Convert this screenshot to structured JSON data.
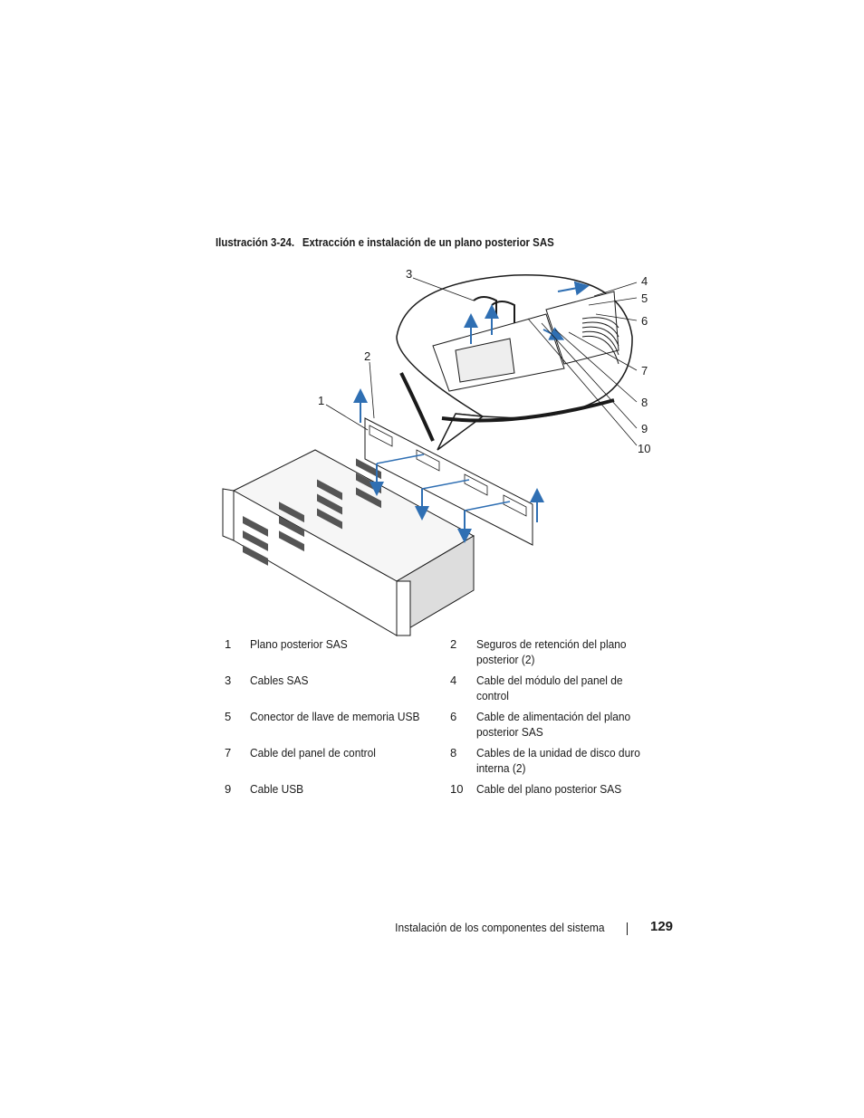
{
  "figure": {
    "number": "Ilustración 3-24.",
    "title": "Extracción e instalación de un plano posterior SAS",
    "callouts": [
      "1",
      "2",
      "3",
      "4",
      "5",
      "6",
      "7",
      "8",
      "9",
      "10"
    ]
  },
  "legend": [
    [
      {
        "num": "1",
        "text": "Plano posterior SAS"
      },
      {
        "num": "2",
        "text": "Seguros de retención del plano posterior (2)"
      }
    ],
    [
      {
        "num": "3",
        "text": "Cables SAS"
      },
      {
        "num": "4",
        "text": "Cable del módulo del panel de control"
      }
    ],
    [
      {
        "num": "5",
        "text": "Conector de llave de memoria USB"
      },
      {
        "num": "6",
        "text": "Cable de alimentación del plano posterior SAS"
      }
    ],
    [
      {
        "num": "7",
        "text": "Cable del panel de control"
      },
      {
        "num": "8",
        "text": "Cables de la unidad de disco duro interna (2)"
      }
    ],
    [
      {
        "num": "9",
        "text": "Cable USB"
      },
      {
        "num": "10",
        "text": "Cable del plano posterior SAS"
      }
    ]
  ],
  "footer": {
    "section": "Instalación de los componentes del sistema",
    "page_number": "129"
  },
  "colors": {
    "arrow_blue": "#2f6fb3",
    "line": "#1a1a1a",
    "chassis_fill": "#f4f4f4"
  }
}
